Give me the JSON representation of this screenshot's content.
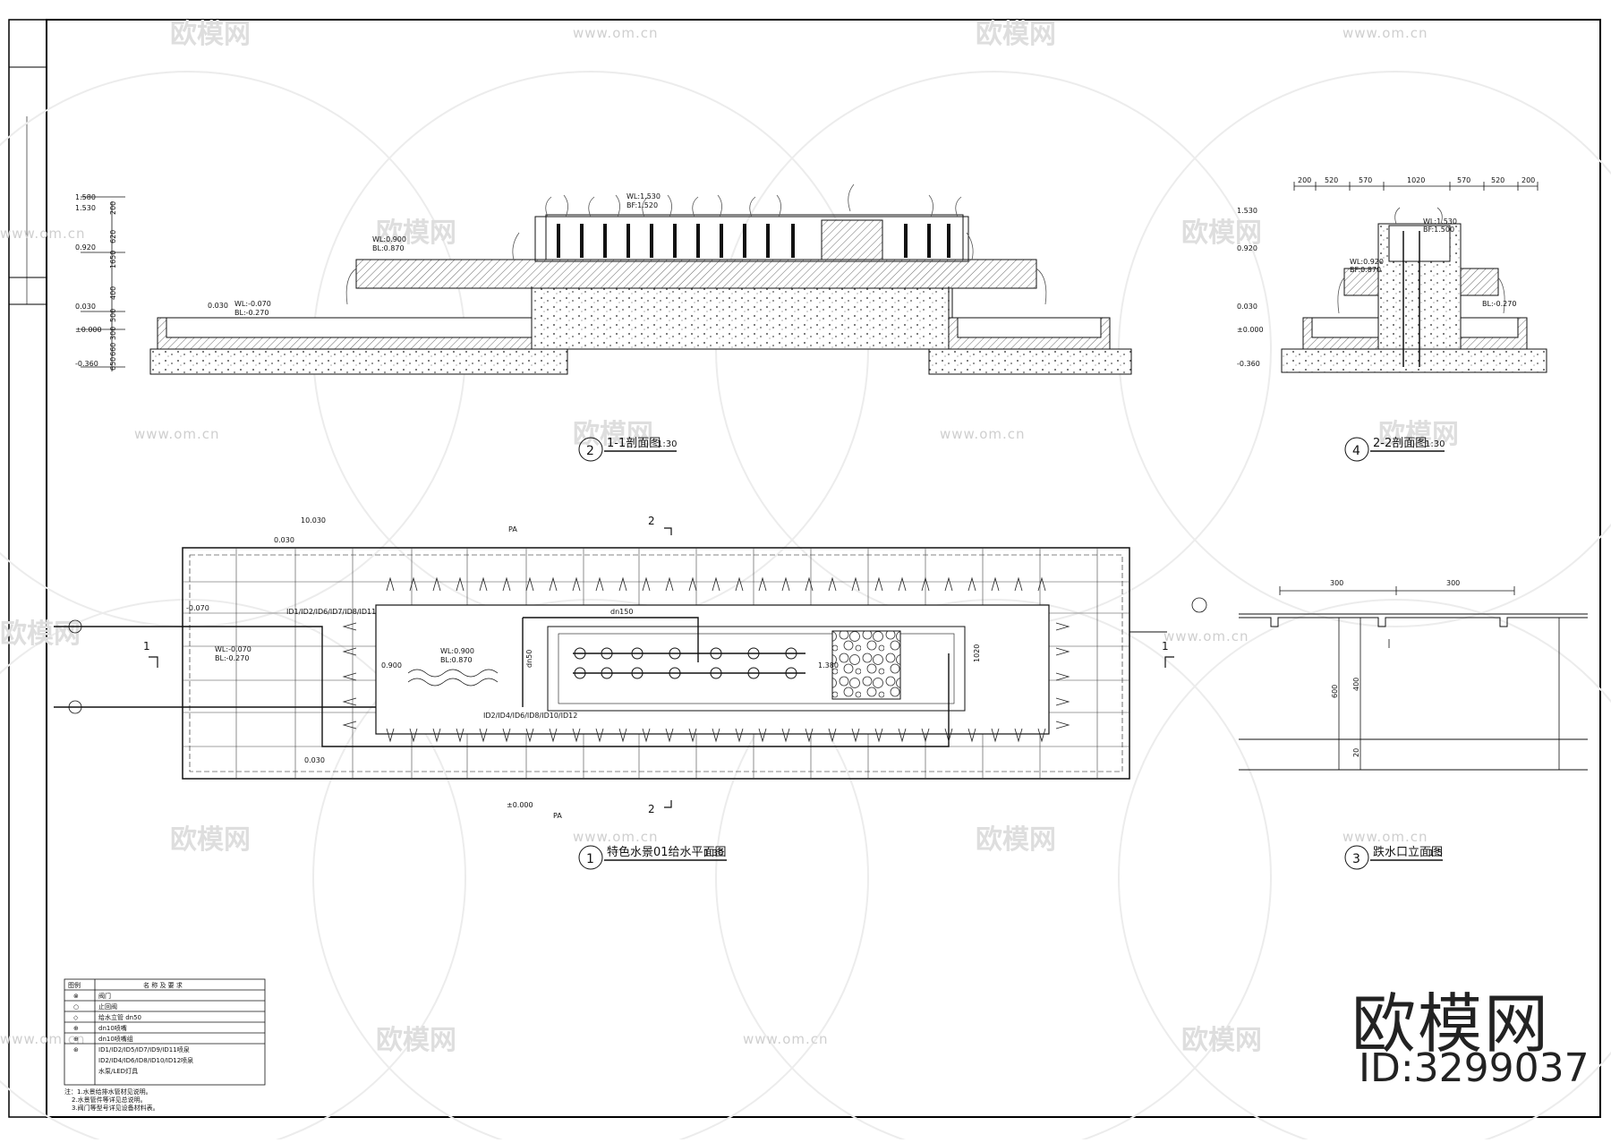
{
  "watermark": {
    "brand": "欧模网",
    "url": "www.om.cn"
  },
  "logo": {
    "brand": "欧模网",
    "id": "ID:3299037"
  },
  "titles": {
    "plan": {
      "num": "1",
      "text": "特色水景01给水平面图",
      "scale": "1:30"
    },
    "section11": {
      "num": "2",
      "text": "1-1剖面图",
      "scale": "1:30"
    },
    "detail": {
      "num": "3",
      "text": "跌水口立面图",
      "scale": "1:5"
    },
    "section22": {
      "num": "4",
      "text": "2-2剖面图",
      "scale": "1:30"
    }
  },
  "section11": {
    "levels": [
      "1.580",
      "1.530",
      "0.920",
      "0.030",
      "±0.000",
      "-0.360"
    ],
    "dims": [
      "200",
      "620",
      "1650",
      "400",
      "500",
      "300",
      "660",
      "650"
    ],
    "labels": [
      "WL:0.900",
      "BL:0.870",
      "WL:-0.070",
      "BL:-0.270",
      "WL:1.530",
      "BF:1.520",
      "0.030"
    ]
  },
  "section22": {
    "dims": [
      "200",
      "520",
      "570",
      "1020",
      "570",
      "520",
      "200"
    ],
    "levels": [
      "1.530",
      "0.920",
      "0.030",
      "±0.000",
      "-0.360"
    ],
    "labels": [
      "WL:1.530",
      "BF:1.500",
      "WL:0.920",
      "BF:0.870",
      "BL:-0.270"
    ]
  },
  "plan": {
    "levels": [
      "10.030",
      "0.030",
      "-0.070",
      "0.900",
      "0.030",
      "±0.000"
    ],
    "section_marks": [
      "1",
      "1",
      "2",
      "2"
    ],
    "labels": [
      "PA",
      "PA",
      "WL:-0.070",
      "BL:-0.270",
      "WL:0.900",
      "BL:0.870",
      "1.380",
      "1020",
      "dn150",
      "dn50"
    ],
    "pipe_codes": [
      "ID1/ID2/ID6/ID7/ID8/ID11",
      "ID2/ID4/ID6/ID8/ID10/ID12"
    ]
  },
  "detail": {
    "dims": [
      "300",
      "300",
      "600",
      "400",
      "20"
    ]
  },
  "legend": {
    "header": [
      "图例",
      "名 称 及 要 求"
    ],
    "rows": [
      {
        "symbol": "⊗",
        "text": "阀门"
      },
      {
        "symbol": "○",
        "text": "止回阀"
      },
      {
        "symbol": "◇",
        "text": "给水立管 dn50"
      },
      {
        "symbol": "⊕",
        "text": "dn10喷嘴"
      },
      {
        "symbol": "⊕",
        "text": "dn10喷嘴组"
      },
      {
        "symbol": "⊛",
        "text": "ID1/ID2/ID5/ID7/ID9/ID11喷泉"
      },
      {
        "symbol": "",
        "text": "ID2/ID4/ID6/ID8/ID10/ID12喷泉"
      },
      {
        "symbol": "",
        "text": "水泵/LED灯具"
      }
    ],
    "notes": [
      "注：1.水景给排水管材见说明。",
      "2.水景管件等详见总说明。",
      "3.阀门等型号详见设备材料表。"
    ]
  }
}
